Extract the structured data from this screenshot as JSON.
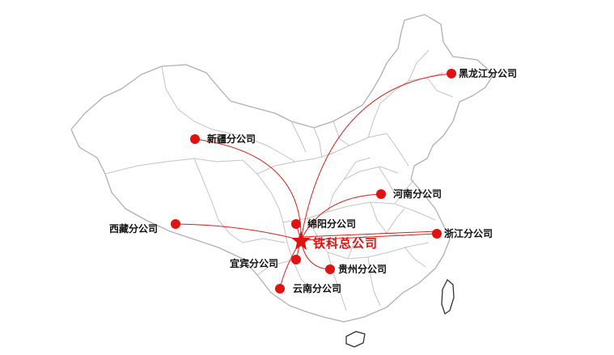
{
  "map": {
    "headquarters": {
      "label": "铁科总公司",
      "icon": "star-icon"
    },
    "branches": [
      {
        "id": "heilongjiang",
        "label": "黑龙江分公司"
      },
      {
        "id": "xinjiang",
        "label": "新疆分公司"
      },
      {
        "id": "henan",
        "label": "河南分公司"
      },
      {
        "id": "mianyang",
        "label": "绵阳分公司"
      },
      {
        "id": "xizang",
        "label": "西藏分公司"
      },
      {
        "id": "zhejiang",
        "label": "浙江分公司"
      },
      {
        "id": "yibin",
        "label": "宜宾分公司"
      },
      {
        "id": "guizhou",
        "label": "贵州分公司"
      },
      {
        "id": "yunnan",
        "label": "云南分公司"
      }
    ],
    "colors": {
      "accent": "#e01212",
      "connection_line": "#e02020",
      "border": "#b0b0b0",
      "island_outline": "#333333",
      "label_text": "#111111"
    }
  }
}
